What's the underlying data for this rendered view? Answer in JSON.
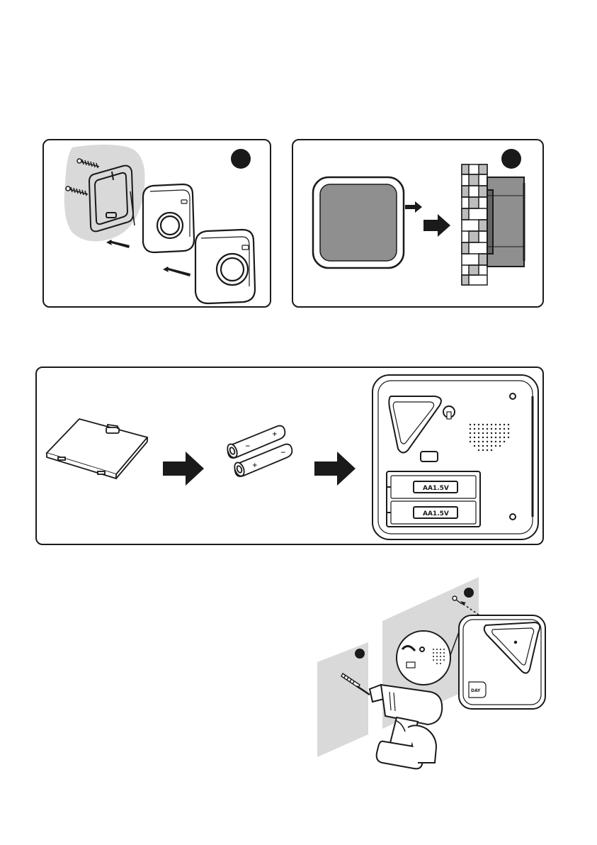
{
  "battery_compartment": {
    "slot_top_label": "AA1.5V",
    "slot_bottom_label": "AA1.5V"
  },
  "batteries": {
    "plus_sign": "+",
    "minus_sign": "−"
  },
  "device": {
    "brand_mark": "DAY"
  },
  "icons": [
    "screw-icon",
    "wall-plug-icon",
    "arrow-icon",
    "drill-icon",
    "battery-icon",
    "doorbell-unit-icon"
  ],
  "colors": {
    "ink": "#1a1a1a",
    "wall_gray": "#d9d9d9",
    "pad_gray": "#8f8f8f",
    "brick_gray": "#bdbdbd"
  }
}
